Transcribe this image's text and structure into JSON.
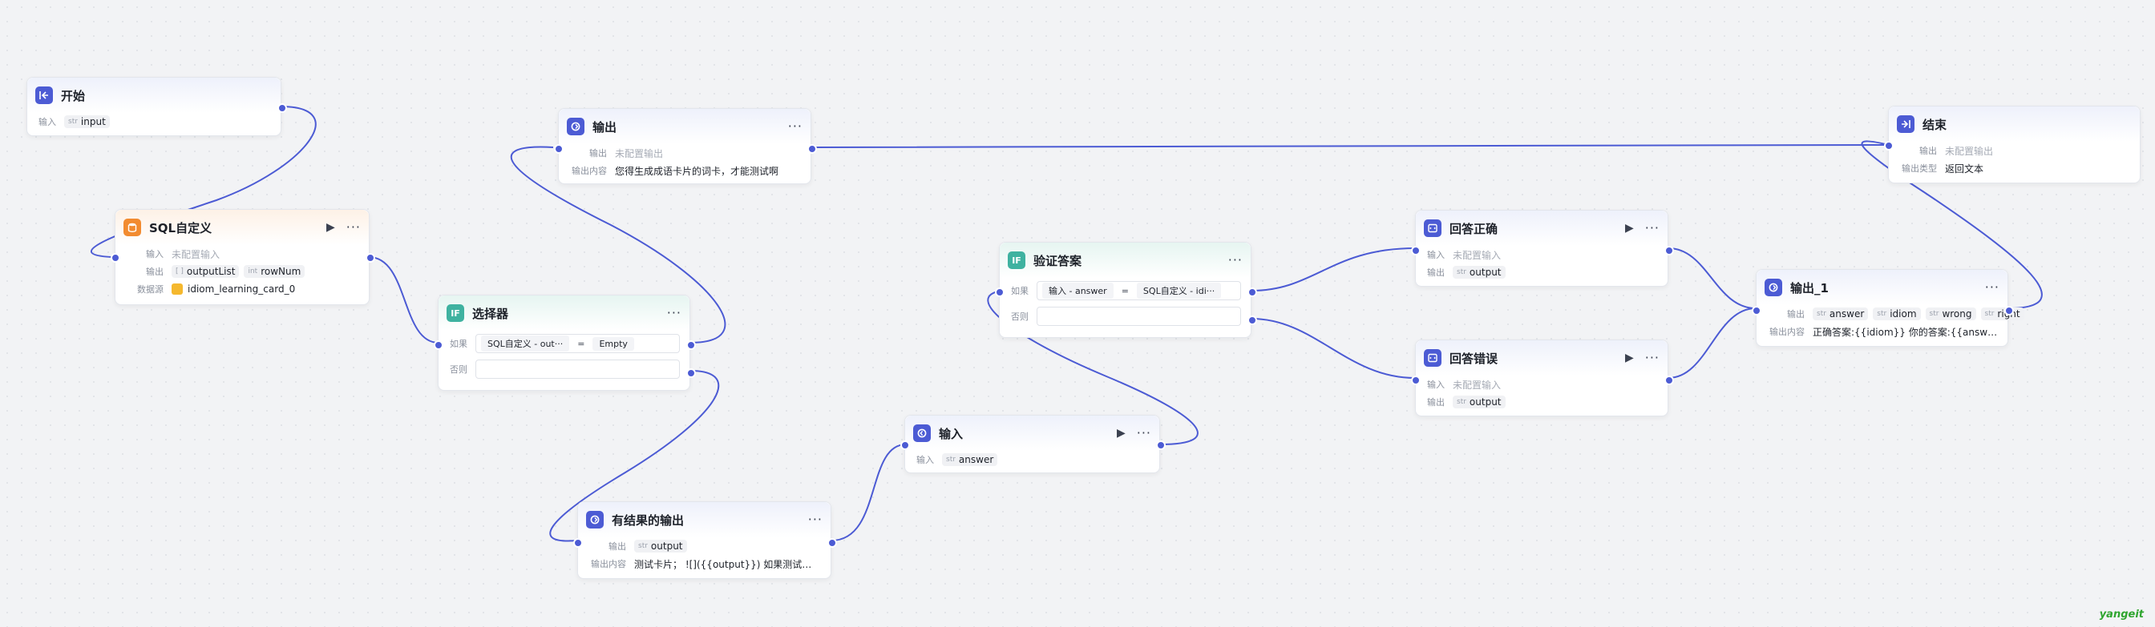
{
  "labels": {
    "input": "输入",
    "output": "输出",
    "output_content": "输出内容",
    "output_type": "输出类型",
    "datasource": "数据源",
    "if": "如果",
    "else": "否则",
    "unconfigured_input": "未配置输入",
    "unconfigured_output": "未配置输出"
  },
  "type_tags": {
    "str": "str",
    "int": "int",
    "list": "[ ]"
  },
  "nodes": {
    "start": {
      "title": "开始",
      "input_var": "input"
    },
    "sql": {
      "title": "SQL自定义",
      "out_var_1": "outputList",
      "out_var_2": "rowNum",
      "datasource": "idiom_learning_card_0"
    },
    "output_top": {
      "title": "输出",
      "content": "您得生成成语卡片的词卡，才能测试啊"
    },
    "selector": {
      "title": "选择器",
      "cond_left": "SQL自定义 - out···",
      "cond_op": "=",
      "cond_right": "Empty"
    },
    "result_output": {
      "title": "有结果的输出",
      "out_var": "output",
      "content": "测试卡片； ![]({{output}}) 如果测试卡片没有遗···"
    },
    "input_node": {
      "title": "输入",
      "input_var": "answer"
    },
    "verify": {
      "title": "验证答案",
      "cond_left": "输入 - answer",
      "cond_op": "=",
      "cond_right": "SQL自定义 - idi···"
    },
    "correct": {
      "title": "回答正确",
      "out_var": "output"
    },
    "wrong": {
      "title": "回答错误",
      "out_var": "output"
    },
    "output_1": {
      "title": "输出_1",
      "var_1": "answer",
      "var_2": "idiom",
      "var_3": "wrong",
      "var_4": "right",
      "content": "正确答案:{{idiom}} 你的答案:{{answer}} {{righ···"
    },
    "end": {
      "title": "结束",
      "output_type": "返回文本"
    }
  },
  "watermark": "yangeit",
  "colors": {
    "accent": "#4c5bd4",
    "sql": "#f28b30",
    "condition": "#3fb2a0"
  }
}
